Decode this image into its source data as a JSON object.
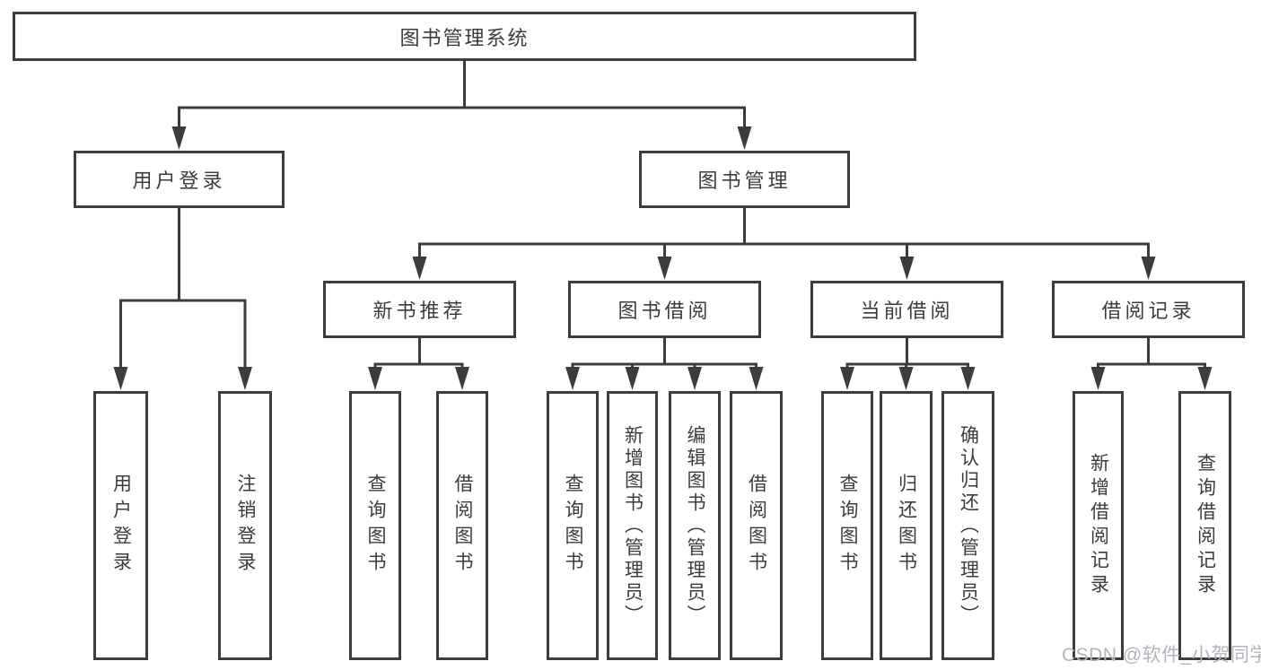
{
  "root": {
    "label": "图书管理系统"
  },
  "user_login": {
    "label": "用户登录",
    "children": [
      {
        "label": "用户登录"
      },
      {
        "label": "注销登录"
      }
    ]
  },
  "book_management": {
    "label": "图书管理"
  },
  "new_book": {
    "label": "新书推荐",
    "children": [
      {
        "label": "查询图书"
      },
      {
        "label": "借阅图书"
      }
    ]
  },
  "book_borrow": {
    "label": "图书借阅",
    "children": [
      {
        "label": "查询图书"
      },
      {
        "label": "新增图书（管理员）"
      },
      {
        "label": "编辑图书（管理员）"
      },
      {
        "label": "借阅图书"
      }
    ]
  },
  "current_borrow": {
    "label": "当前借阅",
    "children": [
      {
        "label": "查询图书"
      },
      {
        "label": "归还图书"
      },
      {
        "label": "确认归还（管理员）"
      }
    ]
  },
  "borrow_records": {
    "label": "借阅记录",
    "children": [
      {
        "label": "新增借阅记录"
      },
      {
        "label": "查询借阅记录"
      }
    ]
  },
  "watermark": "CSDN @软件_小贺同学",
  "colors": {
    "line": "#3c3c3c",
    "text": "#3c3c3c",
    "watermark": "#b7b1bc",
    "background": "#ffffff"
  }
}
